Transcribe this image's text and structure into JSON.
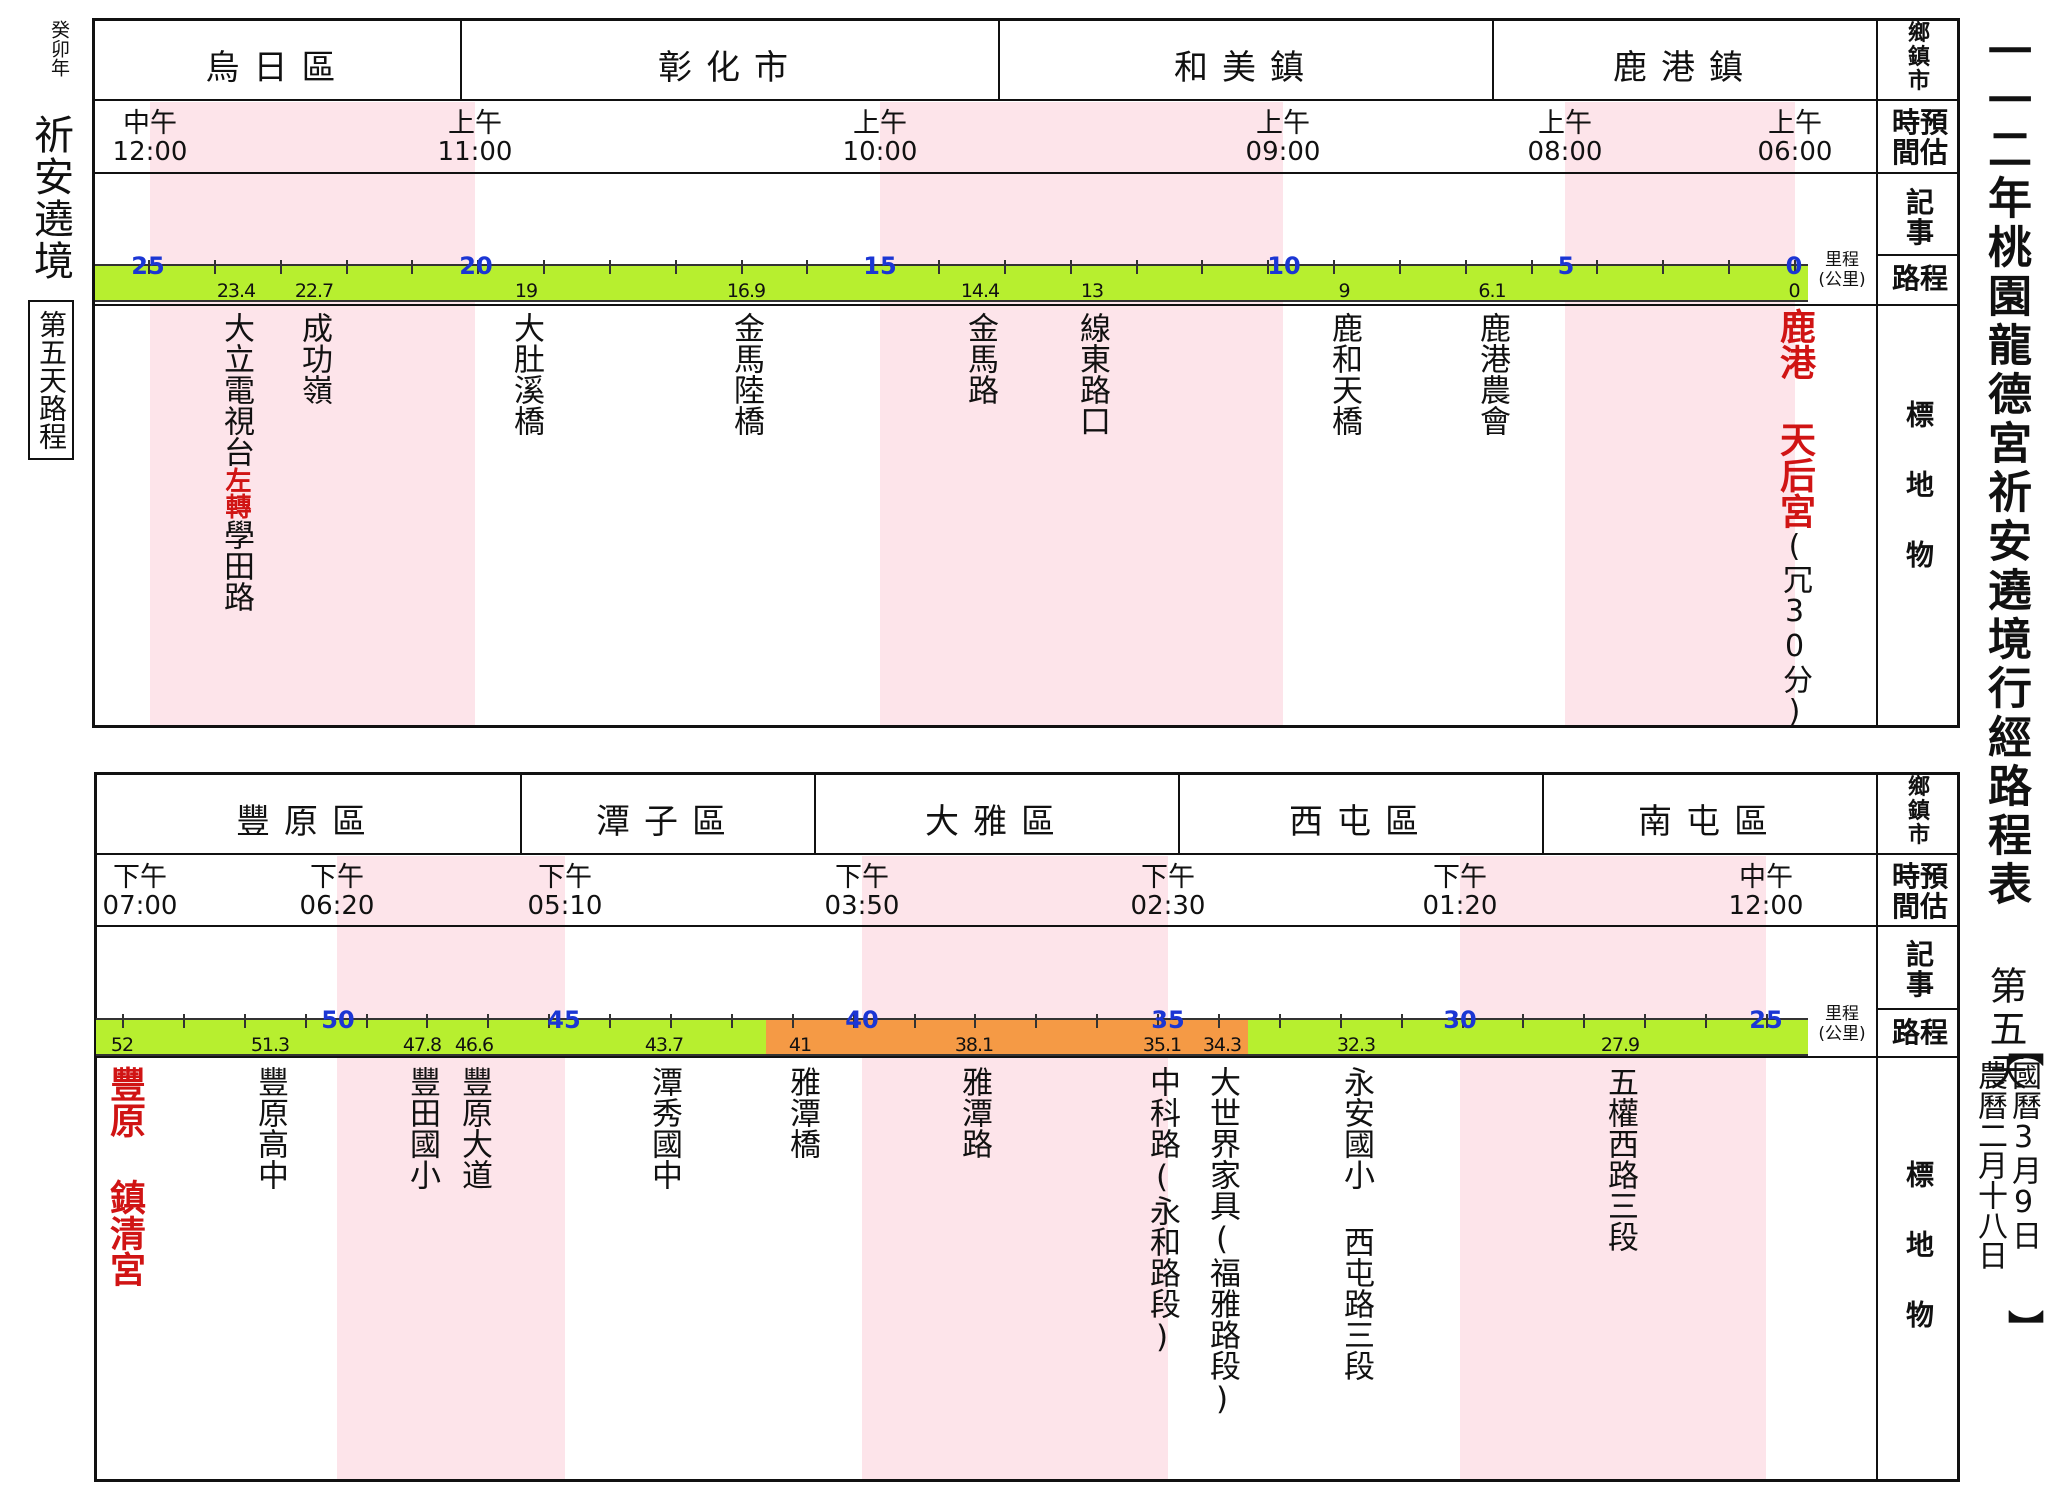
{
  "left_title": {
    "year": "癸卯年",
    "main": "祈安遶境",
    "day": "第五天路程"
  },
  "right_title": {
    "main": "一一二年桃園龍德宮祈安遶境行經路程表",
    "day": "第五天",
    "bracket_open": "【",
    "bracket_close": "】",
    "gregorian": "國曆3月9日",
    "lunar": "農曆二月十八日"
  },
  "row_labels": {
    "towns": "鄉鎮市",
    "time_a": "時預",
    "time_b": "間估",
    "notes": "記事",
    "route": "路程",
    "landmarks": "標地物",
    "km_unit_a": "里程",
    "km_unit_b": "(公里)"
  },
  "top": {
    "towns": [
      "烏日區",
      "彰化市",
      "和美鎮",
      "鹿港鎮"
    ],
    "times": [
      {
        "tod": "中午",
        "t": "12:00"
      },
      {
        "tod": "上午",
        "t": "11:00"
      },
      {
        "tod": "上午",
        "t": "10:00"
      },
      {
        "tod": "上午",
        "t": "09:00"
      },
      {
        "tod": "上午",
        "t": "08:00"
      },
      {
        "tod": "上午",
        "t": "06:00"
      }
    ],
    "km_major": [
      "25",
      "20",
      "15",
      "10",
      "5",
      "0"
    ],
    "km_values": [
      "23.4",
      "22.7",
      "19",
      "16.9",
      "14.4",
      "13",
      "9",
      "6.1",
      "0"
    ],
    "landmarks": [
      {
        "a": "大立電視台",
        "turn": "左轉",
        "b": "學田路"
      },
      {
        "a": "成功嶺"
      },
      {
        "a": "大肚溪橋"
      },
      {
        "a": "金馬陸橋"
      },
      {
        "a": "金馬路"
      },
      {
        "a": "線東路口"
      },
      {
        "a": "鹿和天橋"
      },
      {
        "a": "鹿港農會"
      },
      {
        "red": "鹿港 天后宮",
        "a": "(冗30分)"
      }
    ]
  },
  "bottom": {
    "towns": [
      "豐原區",
      "潭子區",
      "大雅區",
      "西屯區",
      "南屯區"
    ],
    "times": [
      {
        "tod": "下午",
        "t": "07:00"
      },
      {
        "tod": "下午",
        "t": "06:20"
      },
      {
        "tod": "下午",
        "t": "05:10"
      },
      {
        "tod": "下午",
        "t": "03:50"
      },
      {
        "tod": "下午",
        "t": "02:30"
      },
      {
        "tod": "下午",
        "t": "01:20"
      },
      {
        "tod": "中午",
        "t": "12:00"
      }
    ],
    "km_major": [
      "50",
      "45",
      "40",
      "35",
      "30",
      "25"
    ],
    "km_values": [
      "52",
      "51.3",
      "47.8",
      "46.6",
      "43.7",
      "41",
      "38.1",
      "35.1",
      "34.3",
      "32.3",
      "27.9"
    ],
    "landmarks": [
      {
        "red": "豐原 鎮清宮"
      },
      {
        "a": "豐原高中"
      },
      {
        "a": "豐田國小"
      },
      {
        "a": "豐原大道"
      },
      {
        "a": "潭秀國中"
      },
      {
        "a": "雅潭橋"
      },
      {
        "a": "雅潭路"
      },
      {
        "a": "中科路(永和路段)"
      },
      {
        "a": "大世界家具(福雅路段)"
      },
      {
        "a": "永安國小 西屯路三段"
      },
      {
        "a": "五權西路三段"
      }
    ]
  },
  "colors": {
    "band": "#fde4ea",
    "bar": "#b7ef2f",
    "orange": "#f59a45",
    "km_major": "#1b36d4",
    "red": "#d01414"
  }
}
